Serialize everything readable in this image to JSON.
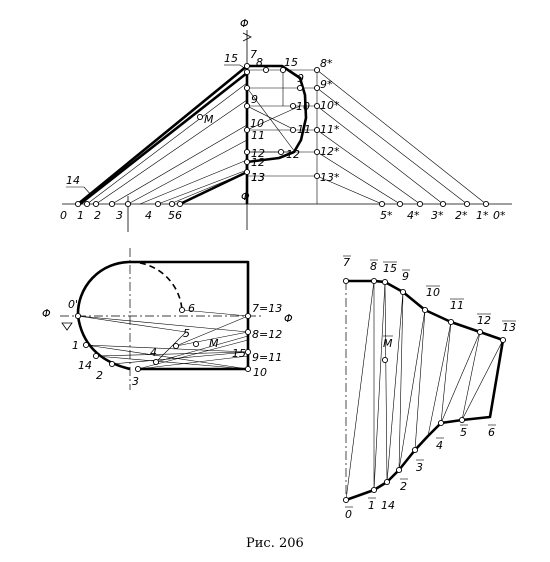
{
  "caption": "Рис. 206",
  "front_view": {
    "axis_label_top": "Φ",
    "axis_label_bottom": "Φ",
    "baseline_labels": [
      "0",
      "1",
      "2",
      "3",
      "4",
      "56",
      "5*",
      "4*",
      "3*",
      "2*",
      "1*",
      "0*"
    ],
    "edge_labels": [
      "15",
      "14",
      "M"
    ],
    "node_labels": [
      "7",
      "8",
      "15",
      "8*",
      "9",
      "9*",
      "9",
      "10",
      "10*",
      "10",
      "11",
      "11*",
      "11",
      "12",
      "12",
      "12*",
      "12",
      "13",
      "13*",
      "13"
    ]
  },
  "plan_view": {
    "phi_left": "Φ",
    "phi_right": "Φ",
    "labels": [
      "0'",
      "6",
      "7=13",
      "5",
      "8=12",
      "M",
      "4",
      "15",
      "9=11",
      "1",
      "14",
      "2",
      "3",
      "10"
    ]
  },
  "development": {
    "top_labels": [
      "7",
      "8",
      "15",
      "9",
      "10",
      "11",
      "12",
      "13"
    ],
    "bottom_labels": [
      "0",
      "1",
      "14",
      "2",
      "3",
      "4",
      "5",
      "6"
    ],
    "center_label": "M"
  }
}
